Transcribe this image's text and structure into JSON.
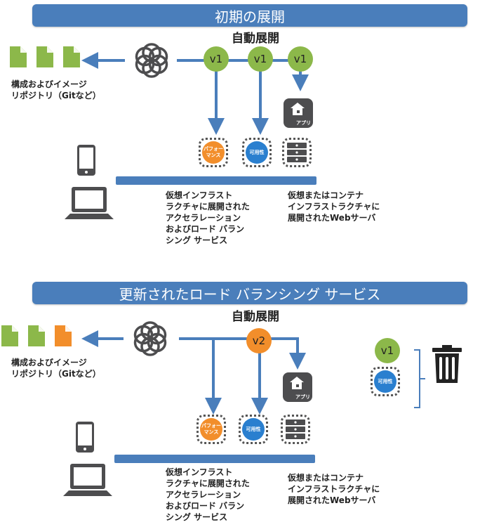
{
  "colors": {
    "banner": "#4a7ebb",
    "arrow": "#4a7ebb",
    "green": "#8cb84a",
    "orange": "#f28e2b",
    "blue": "#2a7fcf",
    "dark": "#4d4d4f"
  },
  "sections": [
    {
      "title": "初期の展開",
      "subtitle": "自動展開",
      "repo_label": "構成およびイメージ\nリポジトリ（Gitなど）",
      "files": [
        "green",
        "green",
        "green"
      ],
      "versions": [
        "v1",
        "v1",
        "v1"
      ],
      "services": {
        "performance": "パフォー\nマンス",
        "availability": "可用性",
        "app": "アプリ"
      },
      "infra_label": "仮想インフラスト\nラクチャに展開された\nアクセラレーション\nおよびロード バラン\nシング サービス",
      "web_label": "仮想またはコンテナ\nインフラストラクチャに\n展開されたWebサーバ"
    },
    {
      "title": "更新されたロード バランシング サービス",
      "subtitle": "自動展開",
      "repo_label": "構成およびイメージ\nリポジトリ（Gitなど）",
      "files": [
        "green",
        "green",
        "orange"
      ],
      "versions": [
        "v2"
      ],
      "services": {
        "performance": "パフォー\nマンス",
        "availability": "可用性",
        "app": "アプリ"
      },
      "infra_label": "仮想インフラスト\nラクチャに展開された\nアクセラレーション\nおよびロード バラン\nシング サービス",
      "web_label": "仮想またはコンテナ\nインフラストラクチャに\n展開されたWebサーバ",
      "retired": {
        "version": "v1",
        "service": "可用性"
      }
    }
  ]
}
